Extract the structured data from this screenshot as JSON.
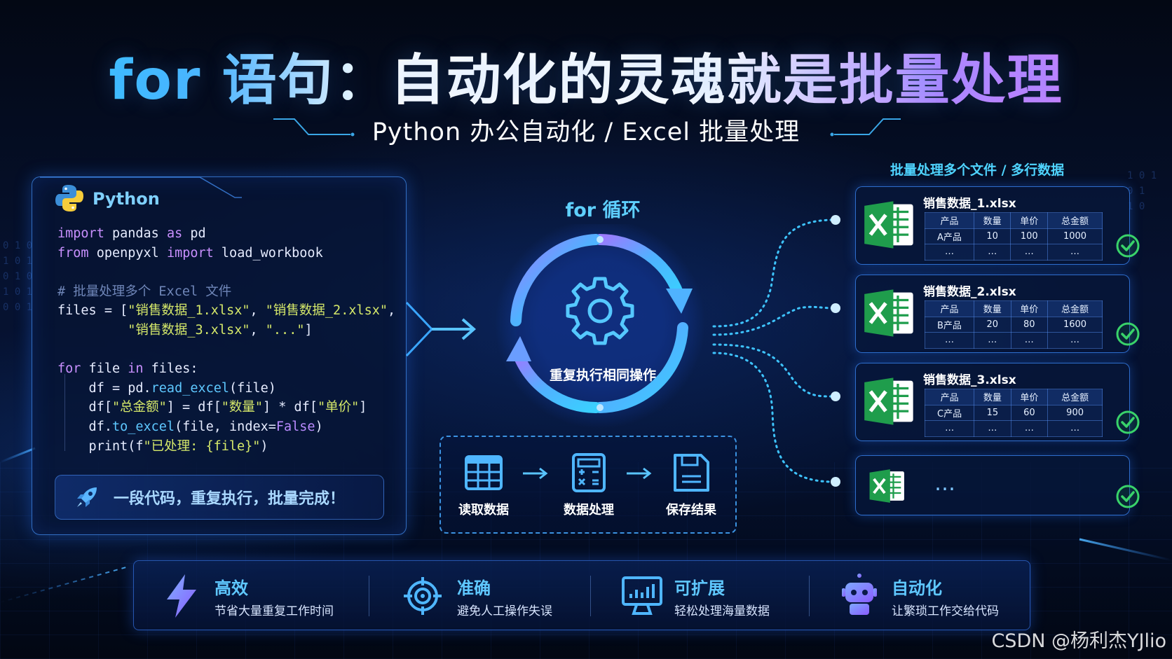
{
  "title": "for 语句：自动化的灵魂就是批量处理",
  "subtitle": "Python 办公自动化 / Excel 批量处理",
  "code_panel": {
    "label": "Python",
    "lines": [
      {
        "segs": [
          {
            "t": "import",
            "c": "kw"
          },
          {
            "t": " pandas "
          },
          {
            "t": "as",
            "c": "kw"
          },
          {
            "t": " pd"
          }
        ]
      },
      {
        "segs": [
          {
            "t": "from",
            "c": "kw"
          },
          {
            "t": " openpyxl "
          },
          {
            "t": "import",
            "c": "kw"
          },
          {
            "t": " load_workbook"
          }
        ]
      },
      {
        "segs": [
          {
            "t": ""
          }
        ]
      },
      {
        "segs": [
          {
            "t": "# 批量处理多个 Excel 文件",
            "c": "cmt"
          }
        ]
      },
      {
        "segs": [
          {
            "t": "files = ["
          },
          {
            "t": "\"销售数据_1.xlsx\"",
            "c": "str"
          },
          {
            "t": ", "
          },
          {
            "t": "\"销售数据_2.xlsx\"",
            "c": "str"
          },
          {
            "t": ","
          }
        ]
      },
      {
        "segs": [
          {
            "t": "         "
          },
          {
            "t": "\"销售数据_3.xlsx\"",
            "c": "str"
          },
          {
            "t": ", "
          },
          {
            "t": "\"...\"",
            "c": "str"
          },
          {
            "t": "]"
          }
        ]
      },
      {
        "segs": [
          {
            "t": ""
          }
        ]
      },
      {
        "segs": [
          {
            "t": "for",
            "c": "kw"
          },
          {
            "t": " file "
          },
          {
            "t": "in",
            "c": "kw"
          },
          {
            "t": " files:"
          }
        ]
      },
      {
        "segs": [
          {
            "t": "    df = pd."
          },
          {
            "t": "read_excel",
            "c": "fn"
          },
          {
            "t": "(file)"
          }
        ]
      },
      {
        "segs": [
          {
            "t": "    df["
          },
          {
            "t": "\"总金额\"",
            "c": "str"
          },
          {
            "t": "] = df["
          },
          {
            "t": "\"数量\"",
            "c": "str"
          },
          {
            "t": "] * df["
          },
          {
            "t": "\"单价\"",
            "c": "str"
          },
          {
            "t": "]"
          }
        ]
      },
      {
        "segs": [
          {
            "t": "    df."
          },
          {
            "t": "to_excel",
            "c": "fn"
          },
          {
            "t": "(file, index="
          },
          {
            "t": "False",
            "c": "kw2"
          },
          {
            "t": ")"
          }
        ]
      },
      {
        "segs": [
          {
            "t": "    print(f"
          },
          {
            "t": "\"已处理: {file}\"",
            "c": "str"
          },
          {
            "t": ")"
          }
        ]
      }
    ],
    "note": "一段代码，重复执行，批量完成！"
  },
  "loop": {
    "title": "for 循环",
    "caption": "重复执行相同操作"
  },
  "steps": [
    {
      "label": "读取数据",
      "icon": "table-icon"
    },
    {
      "label": "数据处理",
      "icon": "calculator-icon"
    },
    {
      "label": "保存结果",
      "icon": "save-icon"
    }
  ],
  "files_heading": "批量处理多个文件 / 多行数据",
  "files": [
    {
      "name": "销售数据_1.xlsx",
      "header": [
        "产品",
        "数量",
        "单价",
        "总金额"
      ],
      "row": [
        "A产品",
        "10",
        "100",
        "1000"
      ],
      "more": [
        "…",
        "…",
        "…",
        "…"
      ]
    },
    {
      "name": "销售数据_2.xlsx",
      "header": [
        "产品",
        "数量",
        "单价",
        "总金额"
      ],
      "row": [
        "B产品",
        "20",
        "80",
        "1600"
      ],
      "more": [
        "…",
        "…",
        "…",
        "…"
      ]
    },
    {
      "name": "销售数据_3.xlsx",
      "header": [
        "产品",
        "数量",
        "单价",
        "总金额"
      ],
      "row": [
        "C产品",
        "15",
        "60",
        "900"
      ],
      "more": [
        "…",
        "…",
        "…",
        "…"
      ]
    }
  ],
  "more_files": "…",
  "benefits": [
    {
      "title": "高效",
      "desc": "节省大量重复工作时间",
      "icon": "lightning-icon"
    },
    {
      "title": "准确",
      "desc": "避免人工操作失误",
      "icon": "target-icon"
    },
    {
      "title": "可扩展",
      "desc": "轻松处理海量数据",
      "icon": "chart-monitor-icon"
    },
    {
      "title": "自动化",
      "desc": "让繁琐工作交给代码",
      "icon": "robot-icon"
    }
  ],
  "watermark": "CSDN @杨利杰YJlio",
  "colors": {
    "accent": "#4fd4ff",
    "excel_green": "#1f9d4c",
    "check_green": "#39d36a"
  }
}
